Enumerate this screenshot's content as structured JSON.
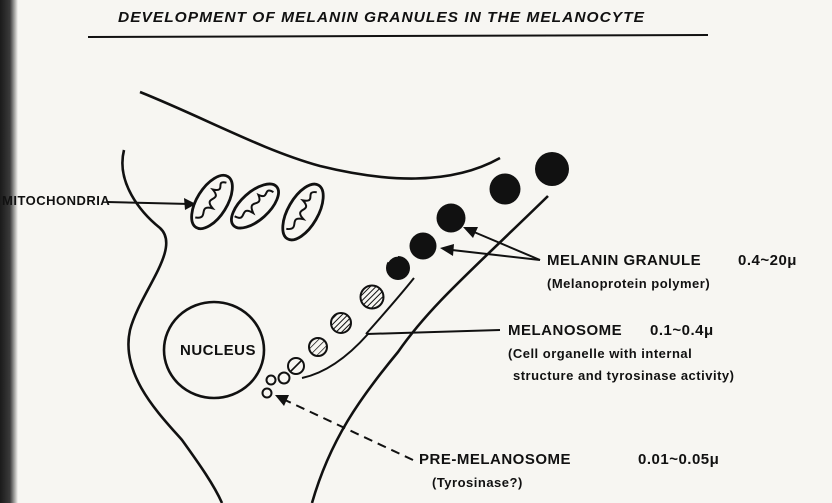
{
  "title": "DEVELOPMENT OF MELANIN GRANULES IN THE MELANOCYTE",
  "labels": {
    "mitochondria": "MITOCHONDRIA",
    "nucleus": "NUCLEUS",
    "melanin_granule": "MELANIN GRANULE",
    "melanin_granule_size": "0.4~20μ",
    "melanin_granule_note": "(Melanoprotein polymer)",
    "melanosome": "MELANOSOME",
    "melanosome_size": "0.1~0.4μ",
    "melanosome_note_1": "(Cell organelle with internal",
    "melanosome_note_2": "structure and tyrosinase activity)",
    "pre_melanosome": "PRE-MELANOSOME",
    "pre_melanosome_size": "0.01~0.05μ",
    "pre_melanosome_note": "(Tyrosinase?)"
  },
  "colors": {
    "ink": "#111111",
    "paper": "#f7f6f2"
  }
}
